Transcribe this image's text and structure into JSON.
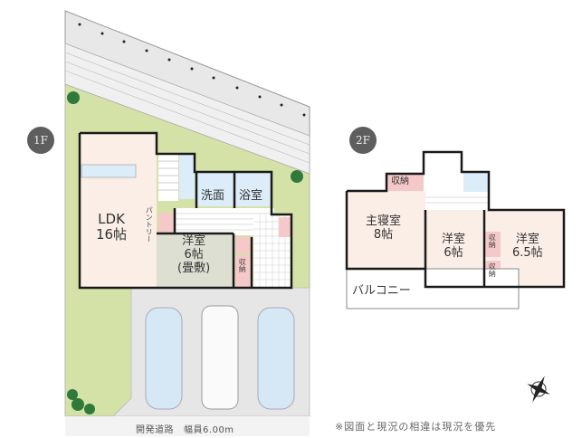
{
  "floor1": {
    "badge": "1F",
    "rooms": {
      "ldk": {
        "name": "LDK",
        "size": "16帖"
      },
      "washroom": {
        "name": "洗面"
      },
      "bathroom": {
        "name": "浴室"
      },
      "western_room": {
        "name": "洋室",
        "size": "6帖",
        "note": "(畳敷)"
      },
      "storage": {
        "name": "収納"
      },
      "pantry": {
        "name": "パントリー"
      }
    },
    "road": {
      "label": "開発道路",
      "width_label": "幅員6.00m"
    }
  },
  "floor2": {
    "badge": "2F",
    "rooms": {
      "master": {
        "name": "主寝室",
        "size": "8帖"
      },
      "western1": {
        "name": "洋室",
        "size": "6帖"
      },
      "western2": {
        "name": "洋室",
        "size": "6.5帖"
      },
      "storage_top": {
        "name": "収納"
      },
      "storage_mid": {
        "name": "収納"
      },
      "storage_low": {
        "name": "収納"
      },
      "balcony": {
        "name": "バルコニー"
      }
    }
  },
  "colors": {
    "lawn": "#d4e2a8",
    "room": "#fbeee6",
    "wet": "#dcecf8",
    "tatami": "#dcdfd2",
    "storage": "#f5c9c9",
    "paving": "#e6e6e6",
    "wall": "#1a1a1a",
    "badge": "#5e5e5e",
    "tree": "#2f7a3a"
  },
  "disclaimer": "※図面と現況の相違は現況を優先"
}
